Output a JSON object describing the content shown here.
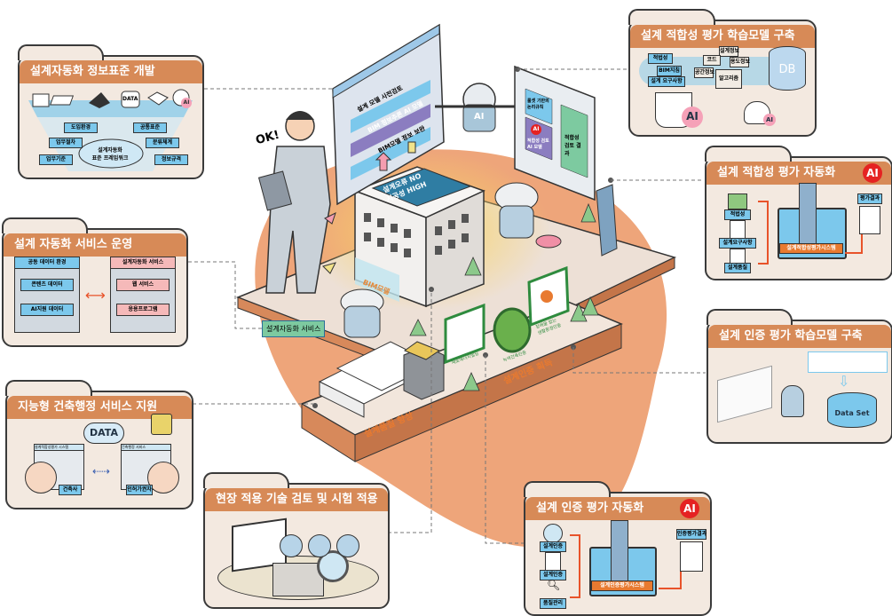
{
  "center": {
    "ok_exclaim": "OK!",
    "screen_left": [
      "설계 모델 사전검토",
      "BIM 정보추론 AI 모델",
      "BIM모델 정보 보완"
    ],
    "screen_right": {
      "rule": "룰셋 기반의 논리규칙",
      "ai_badge": "AI",
      "ai_model": "적합성 검토 AI 모델",
      "result": "적합성 검토 결과"
    },
    "building_sign": [
      "설계오류 NO",
      "시공성 HIGH"
    ],
    "bim_label": "BIM모델",
    "robot_ai": "AI",
    "service_label": "설계자동화 서비스",
    "cert_zero": "제로에너지빌딩",
    "cert_green": "녹색건축인증",
    "cert_bf": "장애물 없는 생활환경인증",
    "quality_label": "설계품질 향상",
    "cert_label": "설계인증 획득"
  },
  "panels": {
    "standard": {
      "title": "설계자동화 정보표준 개발",
      "data_icon": "DATA",
      "ai_icon": "AI",
      "items": [
        "도입환경",
        "공통표준",
        "업무절차",
        "분류체계",
        "업무기준",
        "정보규격"
      ],
      "cloud": [
        "설계자동화",
        "표준 프레임워크"
      ]
    },
    "service": {
      "title": "설계 자동화 서비스 운영",
      "left_title": "공동 데이터 환경",
      "left_items": [
        "콘텐츠 데이터",
        "AI지원 데이터"
      ],
      "right_title": "설계자동화 서비스",
      "right_items": [
        "웹 서비스",
        "응용프로그램"
      ]
    },
    "admin": {
      "title": "지능형 건축행정 서비스 지원",
      "data": "DATA",
      "left_window": "설계적합성평가 시스템",
      "right_window": "건축행정 서비스",
      "architect": "건축사",
      "authority": "인허가권자"
    },
    "fit_model": {
      "title": "설계 적합성 평가 학습모델 구축",
      "inputs": [
        "적법성",
        "BIM지침",
        "설계 요구사항"
      ],
      "folders": [
        "설계정보",
        "용도정보",
        "코드",
        "공간정보",
        "알고리즘"
      ],
      "db": "DB",
      "ai": "AI"
    },
    "fit_auto": {
      "title": "설계 적합성 평가 자동화",
      "ai": "AI",
      "inputs": [
        "적법성",
        "설계요구사항",
        "설계품질"
      ],
      "system": "설계적합성평가시스템",
      "result": "평가결과"
    },
    "cert_model": {
      "title": "설계 인증 평가 학습모델 구축",
      "dataset": "Data Set"
    },
    "field": {
      "title": "현장 적용 기술 검토 및 시험 적용"
    },
    "cert_auto": {
      "title": "설계 인증 평가 자동화",
      "ai": "AI",
      "inputs": [
        "설계인증",
        "설계인증",
        "품질관리"
      ],
      "system": "설계인증평가시스템",
      "result": "인증평가결과"
    }
  },
  "colors": {
    "header": "#d78a57",
    "panel_bg": "#f3e9e0",
    "accent_red": "#e52222",
    "blob": "#eea57a"
  }
}
